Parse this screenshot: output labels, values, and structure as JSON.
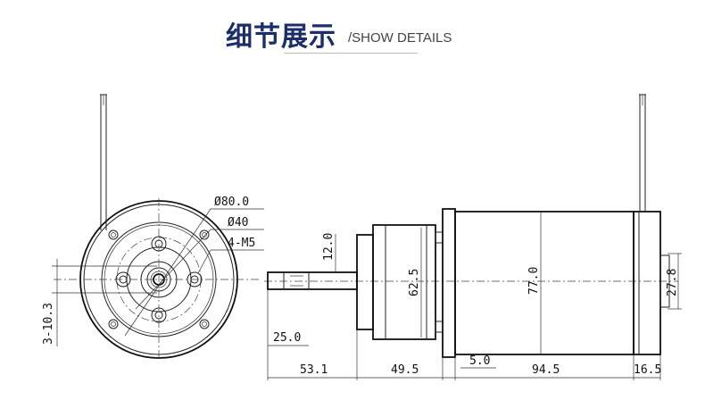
{
  "header": {
    "title_cn": "细节展示",
    "title_en": "/SHOW DETAILS"
  },
  "front_view": {
    "outer_diameter": "Ø80.0",
    "pitch_diameter": "Ø40",
    "mount_holes": "4-M5",
    "shaft_flat": "3-10.3"
  },
  "side_view": {
    "shaft_diameter": "12.0",
    "shaft_length": "25.0",
    "gearbox_diameter": "62.5",
    "motor_diameter": "77.0",
    "terminal_width": "27.8",
    "shaft_to_gearbox": "53.1",
    "gearbox_length": "49.5",
    "flange_thickness": "5.0",
    "motor_length": "94.5",
    "end_cap_length": "16.5"
  }
}
